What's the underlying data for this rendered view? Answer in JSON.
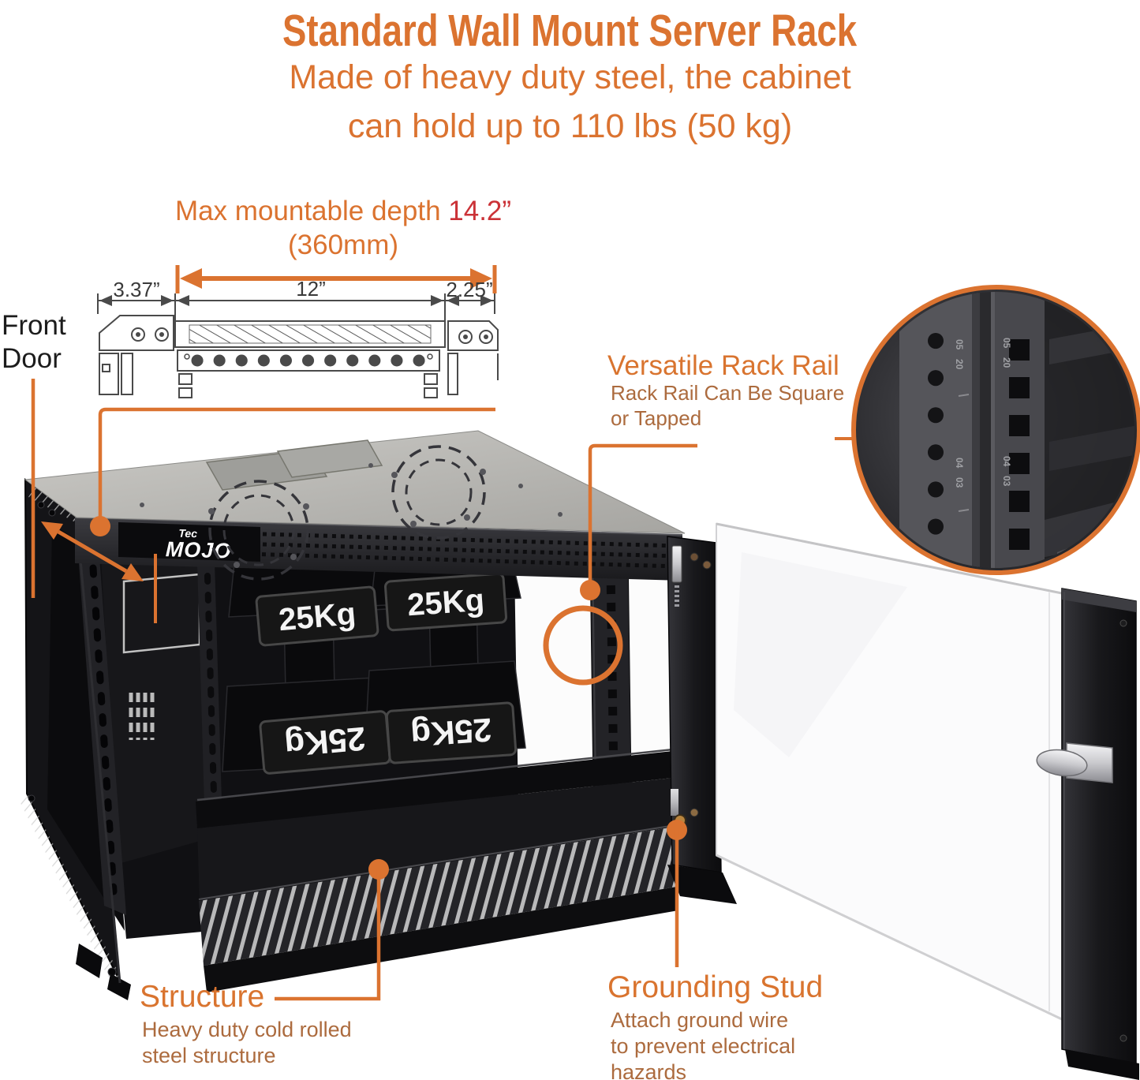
{
  "colors": {
    "accent": "#DB7330",
    "muted_body": "#AC6B3E",
    "highlight_red": "#CB3237",
    "dark_text": "#1c1c1c"
  },
  "header": {
    "title": "Standard Wall Mount Server Rack",
    "subtitle_line1": "Made of heavy duty steel, the cabinet",
    "subtitle_line2": "can hold up to 110 lbs (50 kg)"
  },
  "depth_note": {
    "label": "Max mountable depth ",
    "value": "14.2”",
    "metric": "(360mm)"
  },
  "diagram": {
    "dim_left": "3.37”",
    "dim_mid": "12”",
    "dim_right": "2.25”",
    "front_door_line1": "Front",
    "front_door_line2": "Door"
  },
  "callouts": {
    "rack_rail": {
      "heading": "Versatile Rack Rail",
      "body_line1": "Rack Rail Can Be Square",
      "body_line2": "or Tapped"
    },
    "structure": {
      "heading": "Structure",
      "body_line1": "Heavy duty cold rolled",
      "body_line2": "steel structure"
    },
    "grounding": {
      "heading": "Grounding Stud",
      "body_line1": "Attach ground wire",
      "body_line2": "to prevent electrical",
      "body_line3": "hazards"
    }
  },
  "product": {
    "brand_top": "Tec",
    "brand_main": "MOJO",
    "weight_label": "25Kg",
    "inset_markings": [
      "05",
      "20",
      "04",
      "03"
    ]
  }
}
